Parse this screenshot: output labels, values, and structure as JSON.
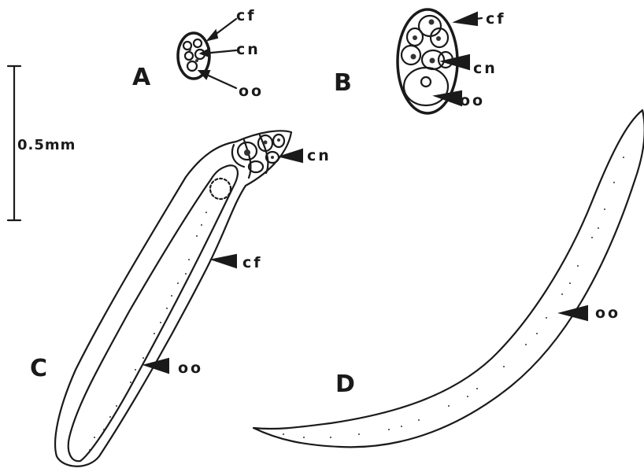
{
  "scale_bar": {
    "label": "0.5mm"
  },
  "panels": {
    "A": {
      "letter": "A",
      "labels": {
        "cf": "cf",
        "cn": "cn",
        "oo": "oo"
      }
    },
    "B": {
      "letter": "B",
      "labels": {
        "cf": "cf",
        "cn": "cn",
        "oo": "oo"
      }
    },
    "C": {
      "letter": "C",
      "labels": {
        "cn": "cn",
        "cf": "cf",
        "oo": "oo"
      }
    },
    "D": {
      "letter": "D",
      "labels": {
        "oo": "oo"
      }
    }
  },
  "colors": {
    "ink": "#1a1a1a",
    "background": "#ffffff"
  }
}
